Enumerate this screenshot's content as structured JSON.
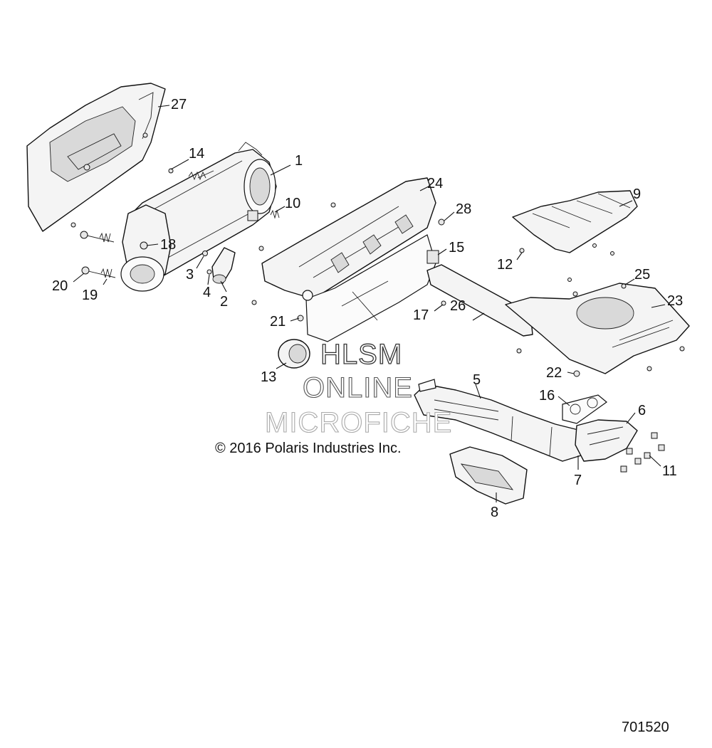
{
  "diagram": {
    "watermark": [
      "HLSM",
      "ONLINE",
      "MICROFICHE"
    ],
    "copyright": "© 2016 Polaris Industries Inc.",
    "diagram_id": "701520",
    "callouts": [
      "1",
      "2",
      "3",
      "4",
      "5",
      "6",
      "7",
      "8",
      "9",
      "10",
      "11",
      "12",
      "13",
      "14",
      "15",
      "16",
      "17",
      "18",
      "19",
      "20",
      "21",
      "22",
      "23",
      "24",
      "25",
      "26",
      "27",
      "28"
    ]
  }
}
